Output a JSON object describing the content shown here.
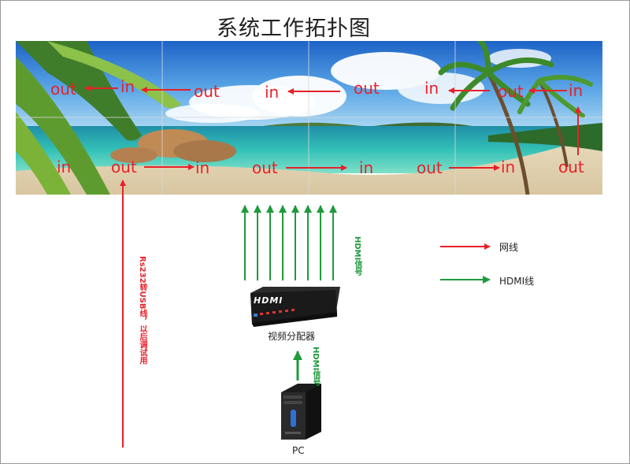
{
  "title": "系统工作拓扑图",
  "wall_labels": {
    "top_row": [
      "out",
      "in",
      "out",
      "in",
      "out",
      "in",
      "out",
      "in"
    ],
    "bottom_row": [
      "in",
      "out",
      "in",
      "out",
      "in",
      "out",
      "in",
      "out"
    ]
  },
  "rs232_label": "Rs232转USB线，以后调试用",
  "hdmi_signal_upper": "HDMI信号",
  "hdmi_signal_lower": "HDMI信号",
  "splitter_caption": "视频分配器",
  "splitter_logo": "HDMI",
  "pc_caption": "PC",
  "legend": {
    "network_label": "网线",
    "hdmi_label": "HDMI线"
  },
  "colors": {
    "network": "#e8202a",
    "hdmi": "#1f9a3c"
  }
}
